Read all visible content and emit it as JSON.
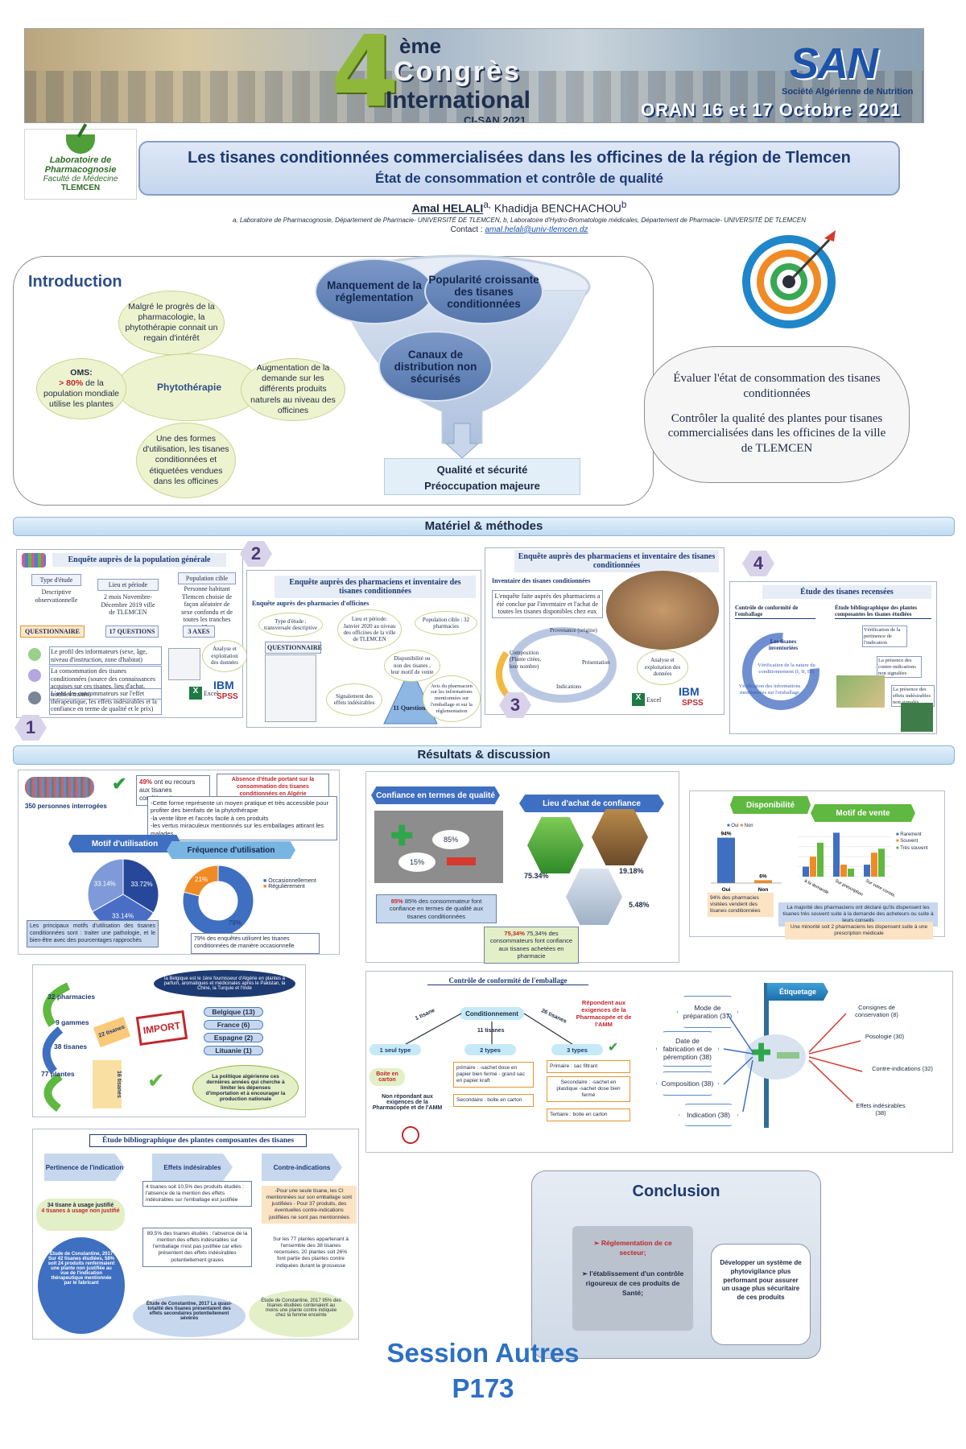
{
  "header": {
    "number": "4",
    "ordinal": "ème",
    "congres": "Congrès",
    "international": "International",
    "cisan": "CI-SAN 2021",
    "san_logo": "SAN",
    "san_subtitle": "Société Algérienne de Nutrition",
    "dates": "ORAN 16 et 17 Octobre 2021"
  },
  "lab_logo": {
    "line1": "Laboratoire de Pharmacognosie",
    "line2": "Faculté de Médecine",
    "line3": "TLEMCEN"
  },
  "title": {
    "line1": "Les tisanes conditionnées commercialisées dans les officines de la région de Tlemcen",
    "line2": "État de consommation et contrôle de qualité"
  },
  "authors": {
    "author1": "Amal HELALI",
    "author1_sup": "a,",
    "author2": " Khadidja BENCHACHOU",
    "author2_sup": "b",
    "affiliations": "a, Laboratoire de Pharmacognosie, Département de Pharmacie- UNIVERSITÉ DE TLEMCEN, b, Laboratoire d'Hydro-Bromatologie médicales, Département de Pharmacie- UNIVERSITÉ DE TLEMCEN",
    "contact_label": "Contact : ",
    "contact_email": "amal.helali@univ-tlemcen.dz"
  },
  "introduction": {
    "heading": "Introduction",
    "center": "Phytothérapie",
    "top": "Malgré le progrès de la pharmacologie, la phytothérapie connait un regain d'intérêt",
    "left_label": "OMS:",
    "left_pct": "> 80%",
    "left_text": " de la population mondiale utilise les plantes",
    "right": "Augmentation de la demande sur les différents produits naturels au niveau des officines",
    "bottom": "Une des formes d'utilisation, les tisanes conditionnées et étiquetées vendues dans les officines",
    "funnel_left": "Manquement de la réglementation",
    "funnel_right": "Popularité croissante des tisanes conditionnées",
    "funnel_bottom": "Canaux de distribution non sécurisés",
    "result1": "Qualité et sécurité",
    "result2": "Préoccupation majeure"
  },
  "objectives": {
    "obj1": "Évaluer l'état de consommation des tisanes conditionnées",
    "obj2": "Contrôler la qualité des plantes pour tisanes commercialisées dans les officines de la ville de TLEMCEN"
  },
  "sections": {
    "methods": "Matériel & méthodes",
    "results": "Résultats & discussion"
  },
  "methods": {
    "p1": {
      "num": "1",
      "title": "Enquête auprès de la population générale",
      "type_label": "Type d'étude",
      "type_value": "Descriptive observationnelle",
      "lieu_label": "Lieu et période",
      "lieu_value": "2 mois Novembre-Décembre 2019 ville de TLEMCEN",
      "pop_label": "Population cible",
      "pop_value": "Personne habitant Tlemcen choisie de façon aléatoire de sexe confondu et de toutes les tranches d'âge",
      "questionnaire": "QUESTIONNAIRE",
      "questions": "17 QUESTIONS",
      "axes": "3 AXES",
      "axe1": "Le profil des informateurs (sexe, âge, niveau d'instruction, zone d'habitat)",
      "axe2": "La consommation des tisanes conditionnées (source des connaissances acquises sur ces tisanes, lieu d'achat, troubles traités)",
      "axe3": "L'avis des consommateurs sur l'effet thérapeutique, les effets indésirables et la confiance en terme de qualité et le prix)",
      "analyse": "Analyse et exploitation des données",
      "excel": "Excel",
      "ibm": "IBM",
      "spss": "SPSS"
    },
    "p2": {
      "num": "2",
      "title": "Enquête auprès des pharmaciens et inventaire des tisanes conditionnées",
      "subtitle": "Enquête auprès des pharmacies d'officines",
      "type": "Type d'étude : transversale descriptive",
      "lieu": "Lieu et période: Janvier 2020 au niveau des officines de la ville de TLEMCEN",
      "pop": "Population cible : 32 pharmacies",
      "questionnaire": "QUESTIONNAIRE",
      "q_count": "11 Questions",
      "q1": "Disponibilité ou non des tisanes , leur motif de vente",
      "q2": "Signalement des effets indésirables",
      "q3": "Avis du pharmacien sur les informations mentionnées sur l'emballage et sur la réglementation"
    },
    "p3": {
      "num": "3",
      "title": "Enquête auprès des pharmaciens et inventaire des tisanes conditionnées",
      "subtitle": "Inventaire des tisanes conditionnées",
      "text": "L'enquête faite auprès des pharmaciens a été conclue par l'inventaire et l'achat de toutes les tisanes disponibles chez eux",
      "c1": "Provenance (origine)",
      "c2": "Composition (Plante citées, leur nombre)",
      "c3": "Présentation",
      "c4": "Indications",
      "analyse": "Analyse et exploitation des données",
      "excel": "Excel",
      "ibm": "IBM",
      "spss": "SPSS"
    },
    "p4": {
      "num": "4",
      "title": "Étude des tisanes recensées",
      "col1": "Contrôle de conformité de l'emballage",
      "col2": "Étude bibliographique des plantes composantes les tisanes étudiées",
      "c1a": "Les tisanes inventoriées",
      "c1b": "Vérification de la nature du conditionnement (I, II, III)",
      "c1c": "Vérification des informations mentionnées sur l'emballage",
      "c2a": "Vérification de la pertinence de l'indication",
      "c2b": "La présence des contre-indications non signalées",
      "c2c": "La présence des effets indésirables non signalés"
    }
  },
  "results": {
    "r1": {
      "people": "350 personnes interrogées",
      "pct": "49%",
      "pct_text": " ont eu recours aux tisanes conditionnées",
      "absence": "Absence d'étude portant sur la consommation des tisanes conditionnées en Algérie",
      "b1": "-Cette forme représente un moyen pratique et très accessible pour profiter des bienfaits de la phytothérapie",
      "b2": "-la vente libre et l'accès facile à ces produits",
      "b3": "-les vertus miraculeux mentionnés sur les emballages attirant les malades",
      "motif": "Motif d'utilisation",
      "frequence": "Fréquence d'utilisation",
      "motif_text": "Les principaux motifs d'utilisation des tisanes conditionnées sont : traiter une pathologie, et le bien-être avec des pourcentages rapprochés",
      "freq_text": "79% des enquêtés utilisent les tisanes conditionnées de manière occasionnelle",
      "legend_occ": "Occasionnellement",
      "legend_reg": "Régulièrement"
    },
    "r2": {
      "confiance": "Confiance en termes de qualité",
      "lieu": "Lieu d'achat de confiance",
      "conf_text": "85% des consommateur font confiance en termes de qualité aux tisanes conditionnées",
      "lieu_text": "75,34% des consommateurs font confiance aux tisanes achetées en pharmacie",
      "p85": "85%",
      "p15": "15%",
      "p7534": "75.34%",
      "p1918": "19.18%",
      "p548": "5.48%",
      "conf_bold": "85%",
      "lieu_bold": "75,34%"
    },
    "r3": {
      "dispo": "Disponibilité",
      "motif": "Motif de vente",
      "oui": "Oui",
      "non": "Non",
      "p94": "94%",
      "p6": "6%",
      "leg1": "Rarement",
      "leg2": "Souvent",
      "leg3": "Très souvent",
      "xcat1": "à la demande",
      "xcat2": "Sur prescription",
      "xcat3": "Sur votre conseil",
      "text1": "94% des pharmacies visitées vendent des tisanes conditionnées",
      "text2": "La majorité des pharmaciens ont déclaré qu'ils dispensent les tisanes très souvent suite à la demande des acheteurs ou suite à leurs conseils",
      "text3": "Une minorité soit 2 pharmaciens les dispensent suite à une prescription médicale"
    },
    "r4": {
      "pharmacies": "32 pharmacies",
      "gammes": "9 gammes",
      "tisanes": "38 tisanes",
      "plantes": "77 plantes",
      "t22": "22 tisanes",
      "t16": "16 tisanes",
      "import": "IMPORT",
      "belgium_text": "la Belgique est le 1ère fournisseur d'Algérie en plantes à parfum, aromatiques et médicinales après le Pakistan, la Chine, la Turquie et l'Inde",
      "c1": "Belgique (13)",
      "c2": "France (6)",
      "c3": "Espagne (2)",
      "c4": "Lituanie (1)",
      "policy": "La politique algérienne ces dernières années qui cherche à limiter les dépenses d'importation et à encourager la production nationale"
    },
    "r5": {
      "title": "Contrôle de conformité de l'emballage",
      "cond": "Conditionnement",
      "t11": "11 tisanes",
      "t1": "1 tisane",
      "t26": "26 tisanes",
      "type1": "1 seul type",
      "type2": "2 types",
      "type3": "3 types",
      "boite": "Boite en carton",
      "nonrep": "Non répondant aux exigences de la Pharmacopée et de l'AMM",
      "rep": "Répondent aux exigences de la Pharmacopée et de l'AMM",
      "prim2": "primaire : -sachet dose en papier bien fermé - grand sac en papier kraft",
      "sec2": "Secondaire : boite en carton",
      "prim3": "Primaire : sac filtrant",
      "sec3": "Secondaire : -sachet en plastique -sachet dose bien fermé",
      "ter3": "Tertiaire : boite en carton",
      "etiquetage": "Étiquetage",
      "mode": "Mode de préparation (37)",
      "date": "Date de fabrication et de péremption (38)",
      "compo": "Composition (38)",
      "indic": "Indication (38)",
      "consignes": "Consignes de conservation (8)",
      "poso": "Posologie (30)",
      "contre": "Contre-indications (32)",
      "effets": "Effets indésirables (38)"
    },
    "r6": {
      "title": "Étude bibliographique des plantes composantes des tisanes",
      "h1": "Pertinence de l'indication",
      "h2": "Effets indésirables",
      "h3": "Contre-indications",
      "just1": "34 tisane à usage justifié",
      "just2": "4 tisanes à usage non justifié",
      "eff1": "4 tisanes soit 10,5% des produits étudiés : l'absence de la mention des effets indésirables sur l'emballage est justifiée",
      "eff2": "89,5% des tisanes étudiés : l'absence de la mention des effets indésirables sur l'emballage n'est pas justifiée car elles présentent des effets indésirables potentiellement graves",
      "ci1": "-Pour une seule tisane, les CI mentionnées sur son emballage sont justifiées - Pour 37 produits, des éventuelles contre-indications justifiées ne sont pas mentionnées",
      "ci2": "Sur les 77 plantes appartenant à l'ensemble des 38 tisanes recensées, 20 plantes soit 26% font partie des plantes contre indiquées durant la grossesse",
      "study1": "Étude de Constantine, 2017 Sur 42 tisanes étudiées, 58% soit 24 produits renfermaient une plante non justifiée au vue de l'indication thérapeutique mentionnée par le fabricant",
      "study2": "Étude de Constantine, 2017 La quasi-totalité des tisanes présentaient des effets secondaires potentiellement sévères",
      "study3": "Étude de Constantine, 2017 95% des tisanes étudiées contenaient au moins une plante contre indiquée chez la femme enceinte"
    }
  },
  "conclusion": {
    "heading": "Conclusion",
    "item1": "Réglementation de ce secteur;",
    "item2": "l'établissement d'un contrôle rigoureux de ces produits de Santé;",
    "right": "Développer un système de phytovigilance plus performant pour assurer un usage plus sécuritaire de ces produits"
  },
  "session": {
    "line1": "Session Autres",
    "line2": "P173"
  },
  "chart_data": [
    {
      "type": "pie",
      "values": [
        33.72,
        33.14,
        33.14
      ],
      "labels": [
        "33.72%",
        "33.14%",
        "33.14%"
      ]
    },
    {
      "type": "pie",
      "categories": [
        "Occasionnellement",
        "Régulièrement"
      ],
      "values": [
        79,
        21
      ]
    },
    {
      "type": "bar",
      "categories": [
        "Oui",
        "Non"
      ],
      "values": [
        94,
        6
      ]
    },
    {
      "type": "bar",
      "categories": [
        "à la demande",
        "Sur prescription",
        "Sur votre conseil"
      ],
      "series": [
        {
          "name": "Rarement",
          "values": [
            5,
            22,
            6
          ]
        },
        {
          "name": "Souvent",
          "values": [
            10,
            6,
            12
          ]
        },
        {
          "name": "Très souvent",
          "values": [
            17,
            4,
            14
          ]
        }
      ]
    }
  ],
  "colors": {
    "primary": "#1d3a73",
    "accent_green": "#8fb83a",
    "accent_blue": "#2d6fc4"
  }
}
